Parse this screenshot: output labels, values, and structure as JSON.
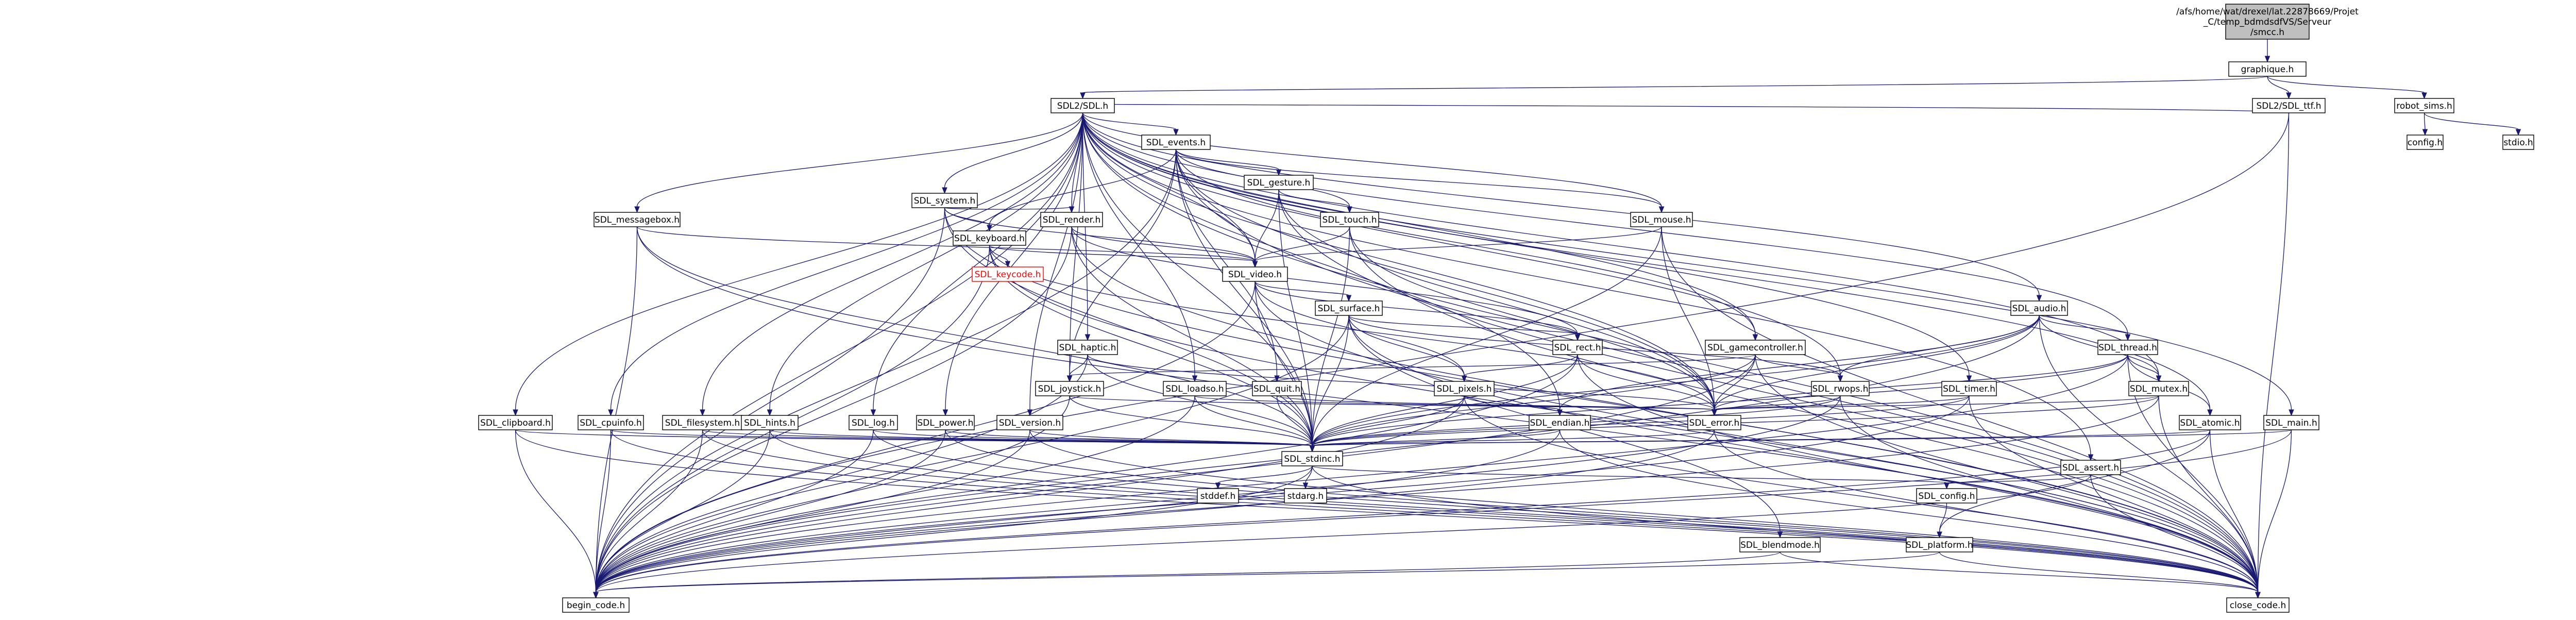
{
  "graph": {
    "nodes": [
      {
        "id": "root",
        "lines": [
          "/afs/home/wat/drexel/lat.22878669/Projet",
          "_C/temp_bdmdsdfVS/Serveur",
          "/smcc.h"
        ]
      },
      {
        "id": "graphique",
        "lines": [
          "graphique.h"
        ]
      },
      {
        "id": "robot_sims",
        "lines": [
          "robot_sims.h"
        ]
      },
      {
        "id": "config_h",
        "lines": [
          "config.h"
        ]
      },
      {
        "id": "stdio_h",
        "lines": [
          "stdio.h"
        ]
      },
      {
        "id": "sdl2_ttf",
        "lines": [
          "SDL2/SDL_ttf.h"
        ]
      },
      {
        "id": "sdl2_sdl",
        "lines": [
          "SDL2/SDL.h"
        ]
      },
      {
        "id": "sdl_events",
        "lines": [
          "SDL_events.h"
        ]
      },
      {
        "id": "sdl_system",
        "lines": [
          "SDL_system.h"
        ]
      },
      {
        "id": "sdl_gesture",
        "lines": [
          "SDL_gesture.h"
        ]
      },
      {
        "id": "sdl_messagebox",
        "lines": [
          "SDL_messagebox.h"
        ]
      },
      {
        "id": "sdl_render",
        "lines": [
          "SDL_render.h"
        ]
      },
      {
        "id": "sdl_keyboard",
        "lines": [
          "SDL_keyboard.h"
        ]
      },
      {
        "id": "sdl_touch",
        "lines": [
          "SDL_touch.h"
        ]
      },
      {
        "id": "sdl_mouse",
        "lines": [
          "SDL_mouse.h"
        ]
      },
      {
        "id": "sdl_keycode",
        "lines": [
          "SDL_keycode.h"
        ],
        "red": true
      },
      {
        "id": "sdl_video",
        "lines": [
          "SDL_video.h"
        ]
      },
      {
        "id": "sdl_surface",
        "lines": [
          "SDL_surface.h"
        ]
      },
      {
        "id": "sdl_audio",
        "lines": [
          "SDL_audio.h"
        ]
      },
      {
        "id": "sdl_haptic",
        "lines": [
          "SDL_haptic.h"
        ]
      },
      {
        "id": "sdl_gamecontroller",
        "lines": [
          "SDL_gamecontroller.h"
        ]
      },
      {
        "id": "sdl_rect",
        "lines": [
          "SDL_rect.h"
        ]
      },
      {
        "id": "sdl_thread",
        "lines": [
          "SDL_thread.h"
        ]
      },
      {
        "id": "sdl_joystick",
        "lines": [
          "SDL_joystick.h"
        ]
      },
      {
        "id": "sdl_loadso",
        "lines": [
          "SDL_loadso.h"
        ]
      },
      {
        "id": "sdl_quit",
        "lines": [
          "SDL_quit.h"
        ]
      },
      {
        "id": "sdl_pixels",
        "lines": [
          "SDL_pixels.h"
        ]
      },
      {
        "id": "sdl_rwops",
        "lines": [
          "SDL_rwops.h"
        ]
      },
      {
        "id": "sdl_timer",
        "lines": [
          "SDL_timer.h"
        ]
      },
      {
        "id": "sdl_mutex",
        "lines": [
          "SDL_mutex.h"
        ]
      },
      {
        "id": "sdl_clipboard",
        "lines": [
          "SDL_clipboard.h"
        ]
      },
      {
        "id": "sdl_cpuinfo",
        "lines": [
          "SDL_cpuinfo.h"
        ]
      },
      {
        "id": "sdl_filesystem",
        "lines": [
          "SDL_filesystem.h"
        ]
      },
      {
        "id": "sdl_hints",
        "lines": [
          "SDL_hints.h"
        ]
      },
      {
        "id": "sdl_log",
        "lines": [
          "SDL_log.h"
        ]
      },
      {
        "id": "sdl_power",
        "lines": [
          "SDL_power.h"
        ]
      },
      {
        "id": "sdl_version",
        "lines": [
          "SDL_version.h"
        ]
      },
      {
        "id": "sdl_endian",
        "lines": [
          "SDL_endian.h"
        ]
      },
      {
        "id": "sdl_error",
        "lines": [
          "SDL_error.h"
        ]
      },
      {
        "id": "sdl_atomic",
        "lines": [
          "SDL_atomic.h"
        ]
      },
      {
        "id": "sdl_main",
        "lines": [
          "SDL_main.h"
        ]
      },
      {
        "id": "sdl_stdinc",
        "lines": [
          "SDL_stdinc.h"
        ]
      },
      {
        "id": "sdl_assert",
        "lines": [
          "SDL_assert.h"
        ]
      },
      {
        "id": "stddef_h",
        "lines": [
          "stddef.h"
        ]
      },
      {
        "id": "stdarg_h",
        "lines": [
          "stdarg.h"
        ]
      },
      {
        "id": "sdl_config",
        "lines": [
          "SDL_config.h"
        ]
      },
      {
        "id": "sdl_platform",
        "lines": [
          "SDL_platform.h"
        ]
      },
      {
        "id": "sdl_blendmode",
        "lines": [
          "SDL_blendmode.h"
        ]
      },
      {
        "id": "begin_code",
        "lines": [
          "begin_code.h"
        ]
      },
      {
        "id": "close_code",
        "lines": [
          "close_code.h"
        ]
      }
    ],
    "edges": [
      [
        "root",
        "graphique"
      ],
      [
        "graphique",
        "sdl2_ttf"
      ],
      [
        "graphique",
        "robot_sims"
      ],
      [
        "graphique",
        "sdl2_sdl"
      ],
      [
        "robot_sims",
        "config_h"
      ],
      [
        "robot_sims",
        "stdio_h"
      ],
      [
        "sdl2_ttf",
        "sdl2_sdl"
      ],
      [
        "sdl2_ttf",
        "begin_code"
      ],
      [
        "sdl2_ttf",
        "close_code"
      ],
      [
        "sdl2_sdl",
        "sdl_events"
      ],
      [
        "sdl2_sdl",
        "sdl_system"
      ],
      [
        "sdl2_sdl",
        "sdl_messagebox"
      ],
      [
        "sdl2_sdl",
        "sdl_render"
      ],
      [
        "sdl2_sdl",
        "sdl_video"
      ],
      [
        "sdl2_sdl",
        "sdl_mouse"
      ],
      [
        "sdl2_sdl",
        "sdl_audio"
      ],
      [
        "sdl2_sdl",
        "sdl_haptic"
      ],
      [
        "sdl2_sdl",
        "sdl_gamecontroller"
      ],
      [
        "sdl2_sdl",
        "sdl_thread"
      ],
      [
        "sdl2_sdl",
        "sdl_joystick"
      ],
      [
        "sdl2_sdl",
        "sdl_loadso"
      ],
      [
        "sdl2_sdl",
        "sdl_rwops"
      ],
      [
        "sdl2_sdl",
        "sdl_timer"
      ],
      [
        "sdl2_sdl",
        "sdl_mutex"
      ],
      [
        "sdl2_sdl",
        "sdl_clipboard"
      ],
      [
        "sdl2_sdl",
        "sdl_cpuinfo"
      ],
      [
        "sdl2_sdl",
        "sdl_filesystem"
      ],
      [
        "sdl2_sdl",
        "sdl_hints"
      ],
      [
        "sdl2_sdl",
        "sdl_log"
      ],
      [
        "sdl2_sdl",
        "sdl_power"
      ],
      [
        "sdl2_sdl",
        "sdl_version"
      ],
      [
        "sdl2_sdl",
        "sdl_error"
      ],
      [
        "sdl2_sdl",
        "sdl_atomic"
      ],
      [
        "sdl2_sdl",
        "sdl_main"
      ],
      [
        "sdl2_sdl",
        "sdl_assert"
      ],
      [
        "sdl2_sdl",
        "sdl_endian"
      ],
      [
        "sdl2_sdl",
        "sdl_stdinc"
      ],
      [
        "sdl2_sdl",
        "begin_code"
      ],
      [
        "sdl2_sdl",
        "close_code"
      ],
      [
        "sdl_events",
        "sdl_gesture"
      ],
      [
        "sdl_events",
        "sdl_keyboard"
      ],
      [
        "sdl_events",
        "sdl_touch"
      ],
      [
        "sdl_events",
        "sdl_mouse"
      ],
      [
        "sdl_events",
        "sdl_video"
      ],
      [
        "sdl_events",
        "sdl_gamecontroller"
      ],
      [
        "sdl_events",
        "sdl_joystick"
      ],
      [
        "sdl_events",
        "sdl_quit"
      ],
      [
        "sdl_events",
        "sdl_error"
      ],
      [
        "sdl_events",
        "sdl_stdinc"
      ],
      [
        "sdl_events",
        "begin_code"
      ],
      [
        "sdl_events",
        "close_code"
      ],
      [
        "sdl_system",
        "sdl_keyboard"
      ],
      [
        "sdl_system",
        "sdl_render"
      ],
      [
        "sdl_system",
        "sdl_video"
      ],
      [
        "sdl_system",
        "sdl_stdinc"
      ],
      [
        "sdl_system",
        "begin_code"
      ],
      [
        "sdl_system",
        "close_code"
      ],
      [
        "sdl_gesture",
        "sdl_touch"
      ],
      [
        "sdl_gesture",
        "sdl_video"
      ],
      [
        "sdl_gesture",
        "sdl_stdinc"
      ],
      [
        "sdl_gesture",
        "sdl_error"
      ],
      [
        "sdl_gesture",
        "close_code"
      ],
      [
        "sdl_messagebox",
        "sdl_video"
      ],
      [
        "sdl_messagebox",
        "sdl_stdinc"
      ],
      [
        "sdl_messagebox",
        "begin_code"
      ],
      [
        "sdl_messagebox",
        "close_code"
      ],
      [
        "sdl_render",
        "sdl_video"
      ],
      [
        "sdl_render",
        "sdl_rect"
      ],
      [
        "sdl_render",
        "sdl_stdinc"
      ],
      [
        "sdl_render",
        "begin_code"
      ],
      [
        "sdl_render",
        "close_code"
      ],
      [
        "sdl_keyboard",
        "sdl_keycode"
      ],
      [
        "sdl_keyboard",
        "sdl_video"
      ],
      [
        "sdl_keyboard",
        "sdl_stdinc"
      ],
      [
        "sdl_keyboard",
        "sdl_error"
      ],
      [
        "sdl_keyboard",
        "begin_code"
      ],
      [
        "sdl_keyboard",
        "close_code"
      ],
      [
        "sdl_touch",
        "sdl_video"
      ],
      [
        "sdl_touch",
        "sdl_stdinc"
      ],
      [
        "sdl_touch",
        "sdl_error"
      ],
      [
        "sdl_touch",
        "close_code"
      ],
      [
        "sdl_mouse",
        "sdl_video"
      ],
      [
        "sdl_mouse",
        "sdl_stdinc"
      ],
      [
        "sdl_mouse",
        "sdl_error"
      ],
      [
        "sdl_mouse",
        "close_code"
      ],
      [
        "sdl_video",
        "sdl_surface"
      ],
      [
        "sdl_video",
        "sdl_rect"
      ],
      [
        "sdl_video",
        "sdl_pixels"
      ],
      [
        "sdl_video",
        "sdl_stdinc"
      ],
      [
        "sdl_video",
        "begin_code"
      ],
      [
        "sdl_video",
        "close_code"
      ],
      [
        "sdl_surface",
        "sdl_rect"
      ],
      [
        "sdl_surface",
        "sdl_pixels"
      ],
      [
        "sdl_surface",
        "sdl_rwops"
      ],
      [
        "sdl_surface",
        "sdl_blendmode"
      ],
      [
        "sdl_surface",
        "sdl_stdinc"
      ],
      [
        "sdl_surface",
        "begin_code"
      ],
      [
        "sdl_surface",
        "close_code"
      ],
      [
        "sdl_audio",
        "sdl_rwops"
      ],
      [
        "sdl_audio",
        "sdl_mutex"
      ],
      [
        "sdl_audio",
        "sdl_thread"
      ],
      [
        "sdl_audio",
        "sdl_endian"
      ],
      [
        "sdl_audio",
        "sdl_error"
      ],
      [
        "sdl_audio",
        "sdl_stdinc"
      ],
      [
        "sdl_audio",
        "begin_code"
      ],
      [
        "sdl_audio",
        "close_code"
      ],
      [
        "sdl_haptic",
        "sdl_joystick"
      ],
      [
        "sdl_haptic",
        "sdl_error"
      ],
      [
        "sdl_haptic",
        "sdl_stdinc"
      ],
      [
        "sdl_haptic",
        "begin_code"
      ],
      [
        "sdl_gamecontroller",
        "sdl_joystick"
      ],
      [
        "sdl_gamecontroller",
        "sdl_rwops"
      ],
      [
        "sdl_gamecontroller",
        "sdl_error"
      ],
      [
        "sdl_gamecontroller",
        "sdl_stdinc"
      ],
      [
        "sdl_gamecontroller",
        "begin_code"
      ],
      [
        "sdl_gamecontroller",
        "close_code"
      ],
      [
        "sdl_rect",
        "sdl_pixels"
      ],
      [
        "sdl_rect",
        "sdl_error"
      ],
      [
        "sdl_rect",
        "sdl_stdinc"
      ],
      [
        "sdl_rect",
        "begin_code"
      ],
      [
        "sdl_rect",
        "close_code"
      ],
      [
        "sdl_thread",
        "sdl_mutex"
      ],
      [
        "sdl_thread",
        "sdl_atomic"
      ],
      [
        "sdl_thread",
        "sdl_error"
      ],
      [
        "sdl_thread",
        "sdl_stdinc"
      ],
      [
        "sdl_thread",
        "begin_code"
      ],
      [
        "sdl_thread",
        "close_code"
      ],
      [
        "sdl_joystick",
        "sdl_error"
      ],
      [
        "sdl_joystick",
        "sdl_stdinc"
      ],
      [
        "sdl_joystick",
        "begin_code"
      ],
      [
        "sdl_loadso",
        "sdl_error"
      ],
      [
        "sdl_loadso",
        "sdl_stdinc"
      ],
      [
        "sdl_loadso",
        "begin_code"
      ],
      [
        "sdl_quit",
        "sdl_stdinc"
      ],
      [
        "sdl_quit",
        "sdl_error"
      ],
      [
        "sdl_pixels",
        "sdl_endian"
      ],
      [
        "sdl_pixels",
        "sdl_stdinc"
      ],
      [
        "sdl_pixels",
        "begin_code"
      ],
      [
        "sdl_pixels",
        "close_code"
      ],
      [
        "sdl_rwops",
        "sdl_error"
      ],
      [
        "sdl_rwops",
        "sdl_stdinc"
      ],
      [
        "sdl_rwops",
        "begin_code"
      ],
      [
        "sdl_rwops",
        "close_code"
      ],
      [
        "sdl_timer",
        "sdl_error"
      ],
      [
        "sdl_timer",
        "sdl_stdinc"
      ],
      [
        "sdl_timer",
        "begin_code"
      ],
      [
        "sdl_timer",
        "close_code"
      ],
      [
        "sdl_mutex",
        "sdl_error"
      ],
      [
        "sdl_mutex",
        "sdl_stdinc"
      ],
      [
        "sdl_mutex",
        "begin_code"
      ],
      [
        "sdl_mutex",
        "close_code"
      ],
      [
        "sdl_clipboard",
        "sdl_stdinc"
      ],
      [
        "sdl_clipboard",
        "begin_code"
      ],
      [
        "sdl_clipboard",
        "close_code"
      ],
      [
        "sdl_cpuinfo",
        "sdl_stdinc"
      ],
      [
        "sdl_cpuinfo",
        "begin_code"
      ],
      [
        "sdl_cpuinfo",
        "close_code"
      ],
      [
        "sdl_filesystem",
        "sdl_stdinc"
      ],
      [
        "sdl_filesystem",
        "begin_code"
      ],
      [
        "sdl_filesystem",
        "close_code"
      ],
      [
        "sdl_hints",
        "sdl_stdinc"
      ],
      [
        "sdl_hints",
        "begin_code"
      ],
      [
        "sdl_hints",
        "close_code"
      ],
      [
        "sdl_log",
        "sdl_stdinc"
      ],
      [
        "sdl_log",
        "begin_code"
      ],
      [
        "sdl_log",
        "close_code"
      ],
      [
        "sdl_power",
        "sdl_stdinc"
      ],
      [
        "sdl_power",
        "begin_code"
      ],
      [
        "sdl_power",
        "close_code"
      ],
      [
        "sdl_version",
        "sdl_stdinc"
      ],
      [
        "sdl_version",
        "begin_code"
      ],
      [
        "sdl_version",
        "close_code"
      ],
      [
        "sdl_endian",
        "sdl_stdinc"
      ],
      [
        "sdl_endian",
        "begin_code"
      ],
      [
        "sdl_endian",
        "close_code"
      ],
      [
        "sdl_error",
        "sdl_stdinc"
      ],
      [
        "sdl_error",
        "begin_code"
      ],
      [
        "sdl_error",
        "close_code"
      ],
      [
        "sdl_atomic",
        "sdl_stdinc"
      ],
      [
        "sdl_atomic",
        "sdl_platform"
      ],
      [
        "sdl_atomic",
        "begin_code"
      ],
      [
        "sdl_atomic",
        "close_code"
      ],
      [
        "sdl_main",
        "sdl_stdinc"
      ],
      [
        "sdl_main",
        "begin_code"
      ],
      [
        "sdl_main",
        "close_code"
      ],
      [
        "sdl_assert",
        "sdl_config"
      ],
      [
        "sdl_assert",
        "begin_code"
      ],
      [
        "sdl_assert",
        "close_code"
      ],
      [
        "sdl_stdinc",
        "sdl_config"
      ],
      [
        "sdl_stdinc",
        "stddef_h"
      ],
      [
        "sdl_stdinc",
        "stdarg_h"
      ],
      [
        "sdl_stdinc",
        "begin_code"
      ],
      [
        "sdl_stdinc",
        "close_code"
      ],
      [
        "sdl_config",
        "sdl_platform"
      ],
      [
        "sdl_platform",
        "begin_code"
      ],
      [
        "sdl_platform",
        "close_code"
      ],
      [
        "sdl_blendmode",
        "begin_code"
      ],
      [
        "sdl_blendmode",
        "close_code"
      ]
    ]
  }
}
